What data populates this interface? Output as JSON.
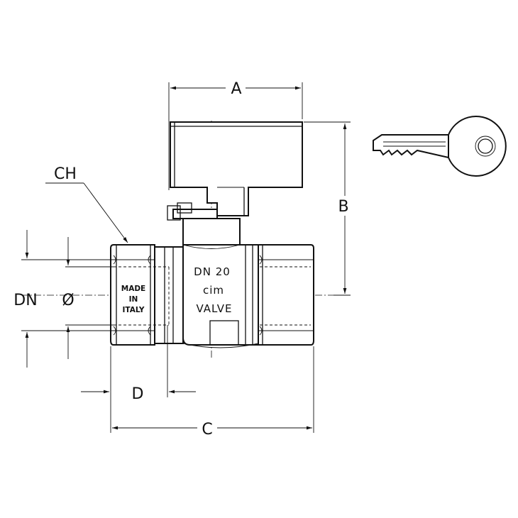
{
  "dimensions": {
    "a": "A",
    "b": "B",
    "c": "C",
    "d": "D",
    "ch": "CH",
    "dn": "DN",
    "diameter": "Ø"
  },
  "markings": {
    "size": "DN  20",
    "brand": "cim",
    "product": "VALVE",
    "origin_line1": "MADE",
    "origin_line2": "IN",
    "origin_line3": "ITALY"
  }
}
